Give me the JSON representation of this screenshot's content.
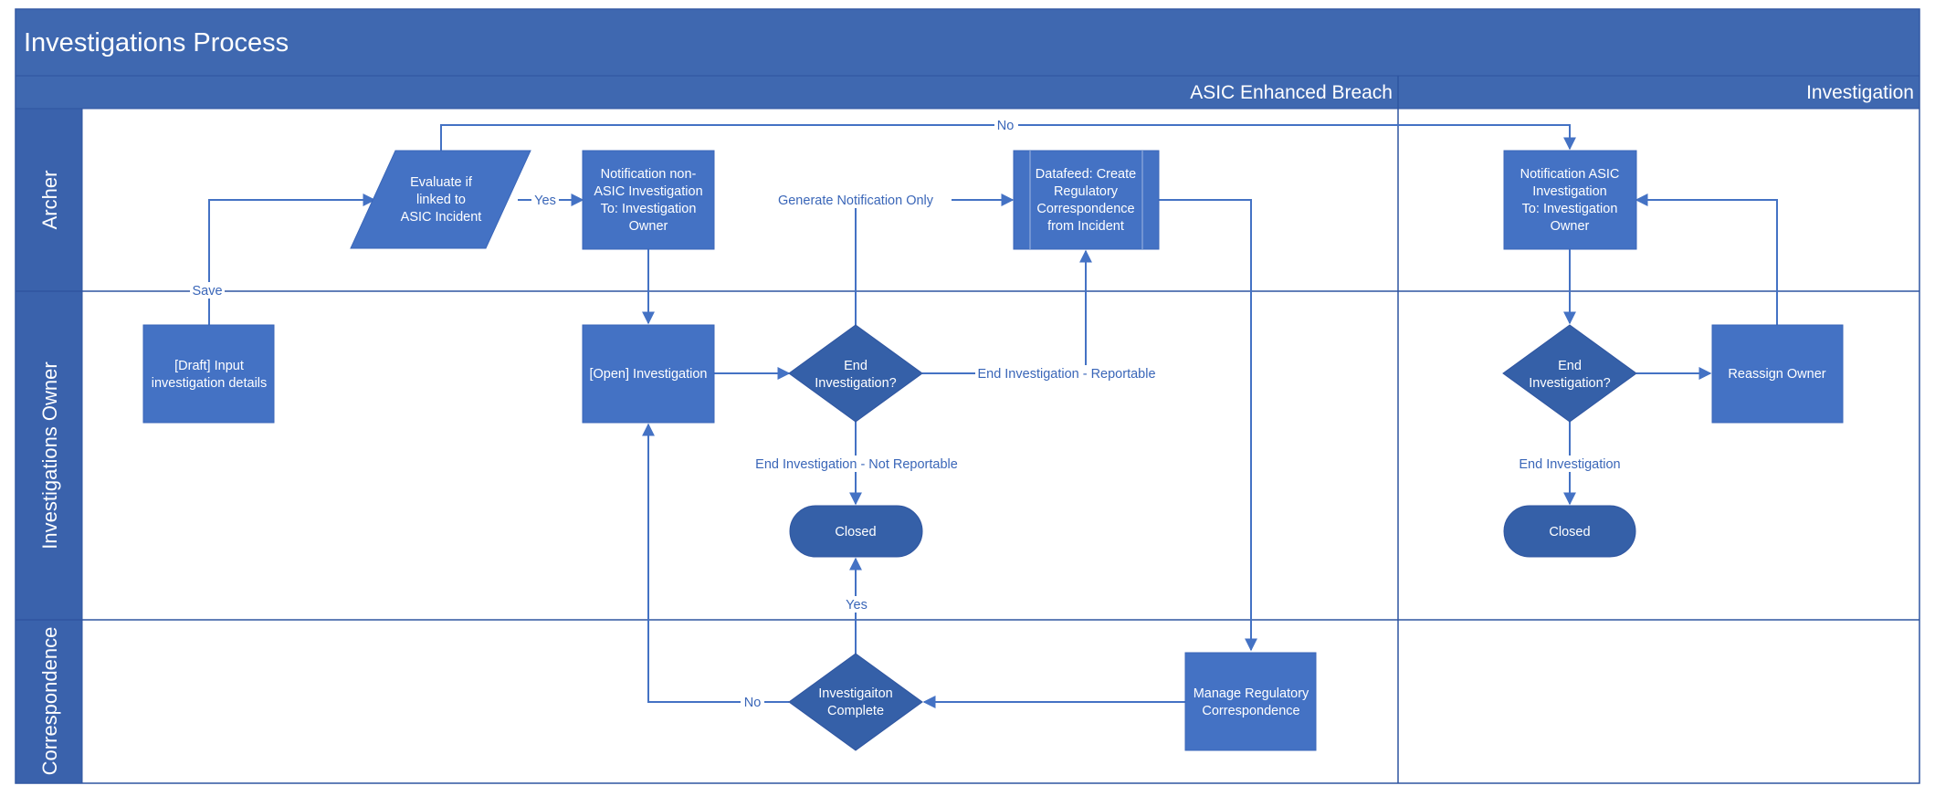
{
  "title": "Investigations Process",
  "phases": [
    "ASIC Enhanced Breach",
    "Investigation"
  ],
  "lanes": [
    "Archer",
    "Investigations Owner",
    "Correspondence"
  ],
  "nodes": {
    "draft_input": [
      "[Draft] Input",
      "investigation details"
    ],
    "evaluate": [
      "Evaluate if",
      "linked to",
      "ASIC Incident"
    ],
    "notify_non_asic": [
      "Notification non-",
      "ASIC Investigation",
      "To: Investigation",
      "Owner"
    ],
    "open_investigation": [
      "[Open] Investigation"
    ],
    "end_investigation_1": [
      "End",
      "Investigation?"
    ],
    "closed_1": [
      "Closed"
    ],
    "datafeed": [
      "Datafeed: Create",
      "Regulatory",
      "Correspondence",
      "from Incident"
    ],
    "manage_correspondence": [
      "Manage Regulatory",
      "Correspondence"
    ],
    "investigation_complete": [
      "Investigaiton",
      "Complete"
    ],
    "notify_asic": [
      "Notification  ASIC",
      "Investigation",
      "To: Investigation",
      "Owner"
    ],
    "end_investigation_2": [
      "End",
      "Investigation?"
    ],
    "reassign_owner": [
      "Reassign Owner"
    ],
    "closed_2": [
      "Closed"
    ]
  },
  "edge_labels": {
    "save": "Save",
    "yes_evaluate": "Yes",
    "no_evaluate": "No",
    "generate_notification": "Generate Notification Only",
    "end_reportable": "End Investigation - Reportable",
    "end_not_reportable": "End Investigation - Not Reportable",
    "yes_complete": "Yes",
    "no_complete": "No",
    "end_investigation": "End Investigation"
  },
  "colors": {
    "header": "#3f68b0",
    "lane_header": "#3a62ac",
    "process_fill": "#4472c4",
    "decision_fill": "#3560a8",
    "line": "#4472c4",
    "border": "#2f55a0",
    "label_text": "#3a66b8"
  }
}
